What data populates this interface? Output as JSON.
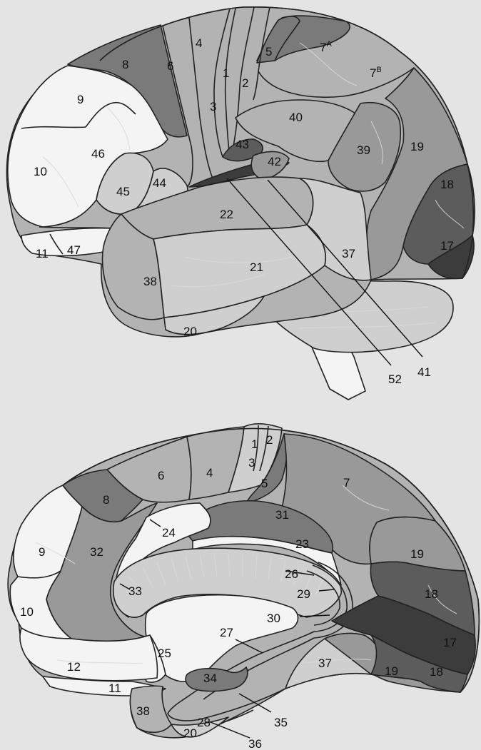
{
  "colors": {
    "background": "#e4e4e4",
    "white": "#f4f4f4",
    "light": "#cfcfcf",
    "medium_light": "#b3b3b3",
    "medium": "#999999",
    "medium_dark": "#7a7a7a",
    "dark": "#5c5c5c",
    "darkest": "#3c3c3c"
  },
  "lateral_view": {
    "labels": {
      "a1": "1",
      "a2": "2",
      "a3": "3",
      "a4": "4",
      "a5": "5",
      "a6": "6",
      "a7a": "7",
      "a7a_sup": "A",
      "a7b": "7",
      "a7b_sup": "B",
      "a8": "8",
      "a9": "9",
      "a10": "10",
      "a11": "11",
      "a17": "17",
      "a18": "18",
      "a19": "19",
      "a20": "20",
      "a21": "21",
      "a22": "22",
      "a37": "37",
      "a38": "38",
      "a39": "39",
      "a40": "40",
      "a41": "41",
      "a42": "42",
      "a43": "43",
      "a44": "44",
      "a45": "45",
      "a46": "46",
      "a47": "47",
      "a52": "52"
    }
  },
  "medial_view": {
    "labels": {
      "a1": "1",
      "a2": "2",
      "a3": "3",
      "a4": "4",
      "a5": "5",
      "a6": "6",
      "a7": "7",
      "a8": "8",
      "a9": "9",
      "a10": "10",
      "a11": "11",
      "a12": "12",
      "a17": "17",
      "a18_upper": "18",
      "a18_lower": "18",
      "a19_upper": "19",
      "a19_lower": "19",
      "a20": "20",
      "a23": "23",
      "a24": "24",
      "a25": "25",
      "a26": "26",
      "a27": "27",
      "a28": "28",
      "a29": "29",
      "a30": "30",
      "a31": "31",
      "a32": "32",
      "a33": "33",
      "a34": "34",
      "a35": "35",
      "a36": "36",
      "a37": "37",
      "a38": "38"
    }
  }
}
